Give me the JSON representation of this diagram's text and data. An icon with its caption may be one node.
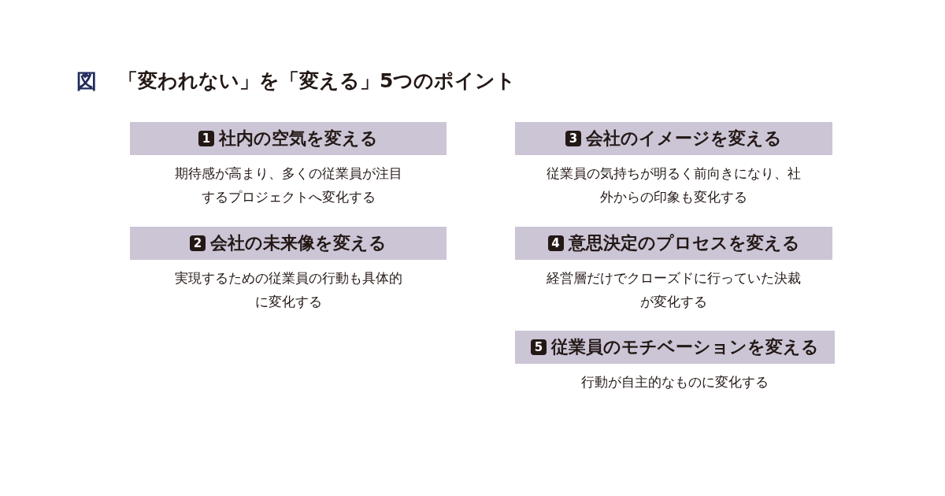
{
  "diagram": {
    "title": "「変われない」を「変える」5つのポイント",
    "nodes": [
      {
        "text": [
          "1",
          "社内の空気を変える",
          "期待感が高まり、多くの従業員が注目するプロジェクトへ変化する"
        ]
      },
      {
        "text": [
          "2",
          "会社の未来像を変える",
          "実現するための従業員の行動も具体的に変化する"
        ]
      },
      {
        "text": [
          "3",
          "会社のイメージを変える",
          "従業員の気持ちが明るく前向きになり、社外からの印象も変化する"
        ]
      },
      {
        "text": [
          "4",
          "意思決定のプロセスを変える",
          "経営層だけでクローズドに行っていた決裁が変化する"
        ]
      },
      {
        "text": [
          "5",
          "従業員のモチベーションを変える",
          "行動が自主的なものに変化する"
        ]
      }
    ],
    "labels": [
      "図"
    ]
  }
}
